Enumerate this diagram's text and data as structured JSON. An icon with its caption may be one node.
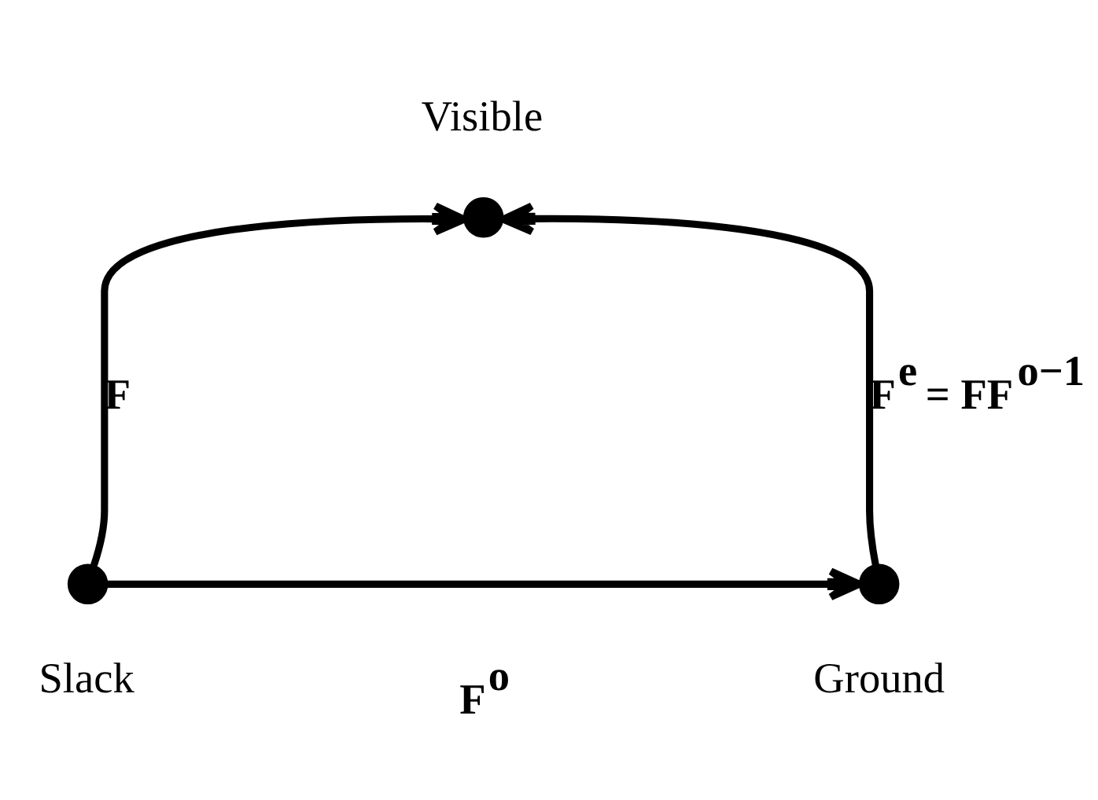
{
  "diagram": {
    "nodes": [
      {
        "text": [],
        "shape": "circle",
        "beside": [
          "Visible"
        ]
      },
      {
        "text": [],
        "shape": "circle",
        "beside": [
          "Slack"
        ]
      },
      {
        "text": [],
        "shape": "circle",
        "beside": [
          "Ground"
        ]
      }
    ],
    "edges": [
      {
        "from": 1,
        "to": 0,
        "arrow": "to",
        "label": "F"
      },
      {
        "from": 2,
        "to": 0,
        "arrow": "to",
        "label": "F$^{e}$ = FF$^{o−1}$"
      },
      {
        "from": 1,
        "to": 2,
        "arrow": "to",
        "label": "F$^{o}$"
      }
    ]
  }
}
